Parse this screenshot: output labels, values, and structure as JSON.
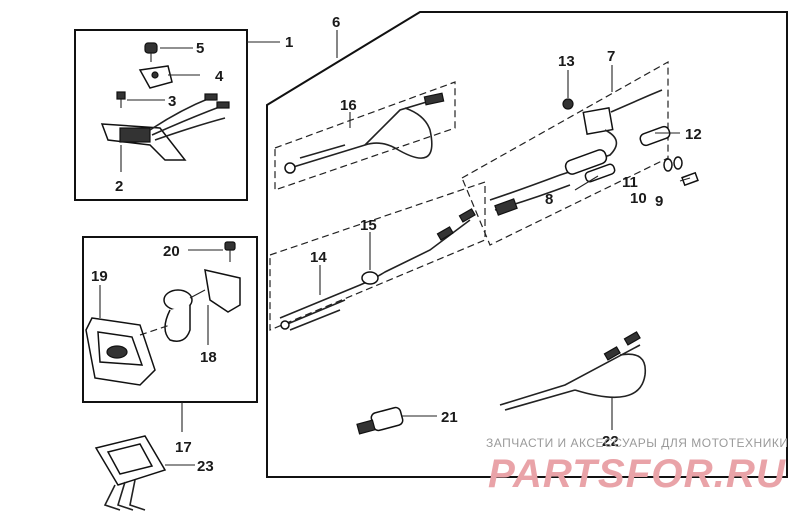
{
  "callouts": {
    "c1": "1",
    "c2": "2",
    "c3": "3",
    "c4": "4",
    "c5": "5",
    "c6": "6",
    "c7": "7",
    "c8": "8",
    "c9": "9",
    "c10": "10",
    "c11": "11",
    "c12": "12",
    "c13": "13",
    "c14": "14",
    "c15": "15",
    "c16": "16",
    "c17": "17",
    "c18": "18",
    "c19": "19",
    "c20": "20",
    "c21": "21",
    "c22": "22",
    "c23": "23"
  },
  "watermark": {
    "tagline": "ЗАПЧАСТИ И АКСЕССУАРЫ ДЛЯ МОТОТЕХНИКИ",
    "logo": "PARTSFOR.RU"
  },
  "colors": {
    "line": "#111111",
    "watermark_logo": "#e9a3a8",
    "watermark_text": "#9a9a9a"
  }
}
